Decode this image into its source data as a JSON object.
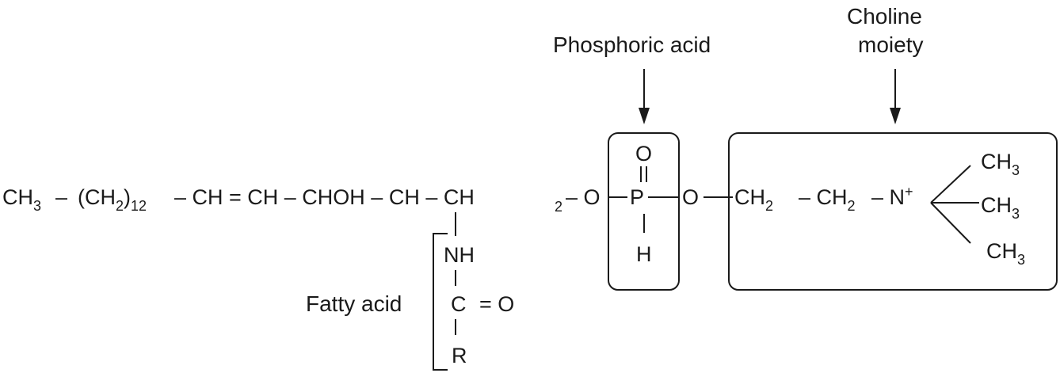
{
  "labels": {
    "phosphoric": "Phosphoric acid",
    "choline_line1": "Choline",
    "choline_line2": "moiety",
    "fatty": "Fatty acid"
  },
  "chain": {
    "ch3": "CH",
    "ch3_sub": "3",
    "dash1": "–",
    "ch2_open": "(CH",
    "ch2_sub": "2",
    "ch2_close": ")",
    "repeat": "12",
    "ch_eq_ch": "– CH = CH – CHOH – CH – CH",
    "ch2b_sub": "2",
    "dash_o": "– O",
    "p": "P",
    "o2": "O",
    "ch2c": "CH",
    "ch2c_sub": "2",
    "dash_ch2d": "– CH",
    "ch2d_sub": "2",
    "dash_n": "– N",
    "n_plus": "+"
  },
  "phosphate": {
    "top_o": "O",
    "bottom_h": "H"
  },
  "methyls": [
    {
      "base": "CH",
      "sub": "3"
    },
    {
      "base": "CH",
      "sub": "3"
    },
    {
      "base": "CH",
      "sub": "3"
    }
  ],
  "amide": {
    "nh": "NH",
    "c": "C",
    "eq_o": "= O",
    "r": "R"
  }
}
